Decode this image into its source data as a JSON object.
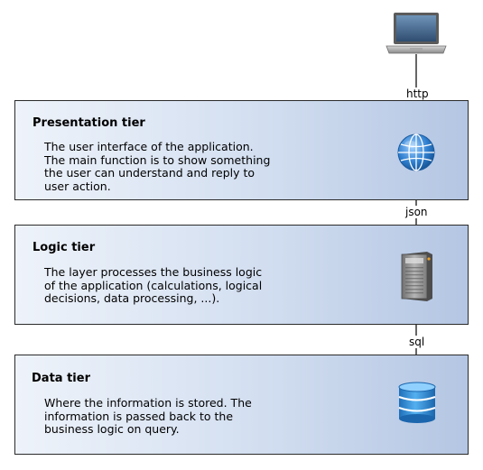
{
  "tiers": [
    {
      "title": "Presentation tier",
      "description": "The user interface of the application.\nThe main function is to show something\nthe user can understand and reply to\nuser action.",
      "icon": "globe-icon"
    },
    {
      "title": "Logic tier",
      "description": "The layer processes the business logic\nof the application (calculations, logical\ndecisions, data processing, ...).",
      "icon": "server-icon"
    },
    {
      "title": "Data tier",
      "description": "Where the information is stored. The\ninformation is passed back to the\nbusiness logic on query.",
      "icon": "database-icon"
    }
  ],
  "client_icon": "laptop-icon",
  "connections": [
    {
      "label": "http",
      "from": "laptop-icon",
      "to": "globe-icon"
    },
    {
      "label": "json",
      "from": "globe-icon",
      "to": "server-icon"
    },
    {
      "label": "sql",
      "from": "server-icon",
      "to": "database-icon"
    }
  ],
  "colors": {
    "tier_gradient_start": "#eef3fa",
    "tier_gradient_end": "#b4c6e3",
    "tier_border": "#2b2b2b",
    "globe": "#2f7fd0",
    "database": "#2e8fd8",
    "server": "#8c8c8c"
  }
}
